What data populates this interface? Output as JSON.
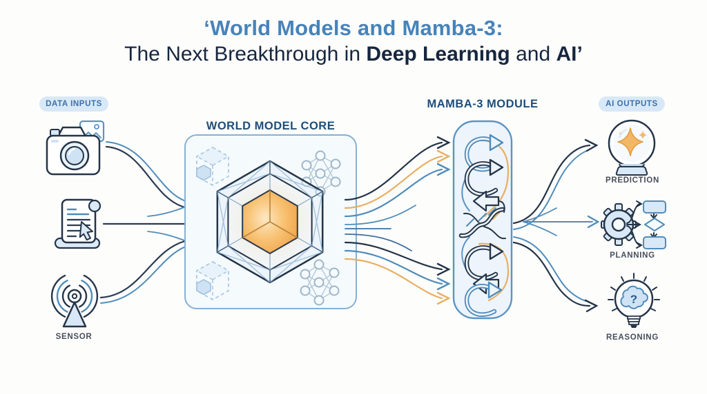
{
  "title": {
    "line1": "‘World Models and Mamba-3:",
    "line2_normal1": "The Next Breakthrough in ",
    "line2_bold1": "Deep Learning",
    "line2_normal2": " and ",
    "line2_bold2": "AI’"
  },
  "sections": {
    "inputs": {
      "badge": "DATA INPUTS",
      "items": [
        {
          "icon": "camera-photo-icon",
          "label": ""
        },
        {
          "icon": "document-script-icon",
          "label": ""
        },
        {
          "icon": "sensor-antenna-icon",
          "label": "SENSOR"
        }
      ]
    },
    "core": {
      "title": "WORLD MODEL CORE",
      "icons": [
        "dashed-cube-icon",
        "neural-network-icon",
        "hexagon-cube-core-icon"
      ]
    },
    "mamba": {
      "title": "MAMBA-3 MODULE",
      "icons": [
        "loop-arrow-icon",
        "dna-sequence-icon"
      ]
    },
    "outputs": {
      "badge": "AI OUTPUTS",
      "items": [
        {
          "icon": "crystal-ball-icon",
          "label": "PREDICTION"
        },
        {
          "icon": "gear-flowchart-icon",
          "label": "PLANNING"
        },
        {
          "icon": "lightbulb-brain-icon",
          "label": "REASONING"
        }
      ]
    }
  },
  "colors": {
    "navy": "#243447",
    "blue": "#4f8cba",
    "orange": "#e9ae62",
    "badge_bg": "#d9e8f6",
    "badge_text": "#3b70a9",
    "title_blue": "#4783ba",
    "title_navy": "#16263e",
    "heading_blue": "#1d4e79",
    "label_gray": "#474e5b",
    "box_border": "#74a7d0",
    "box_fill": "#f5fafd",
    "core_orange": "#f2a94e"
  }
}
